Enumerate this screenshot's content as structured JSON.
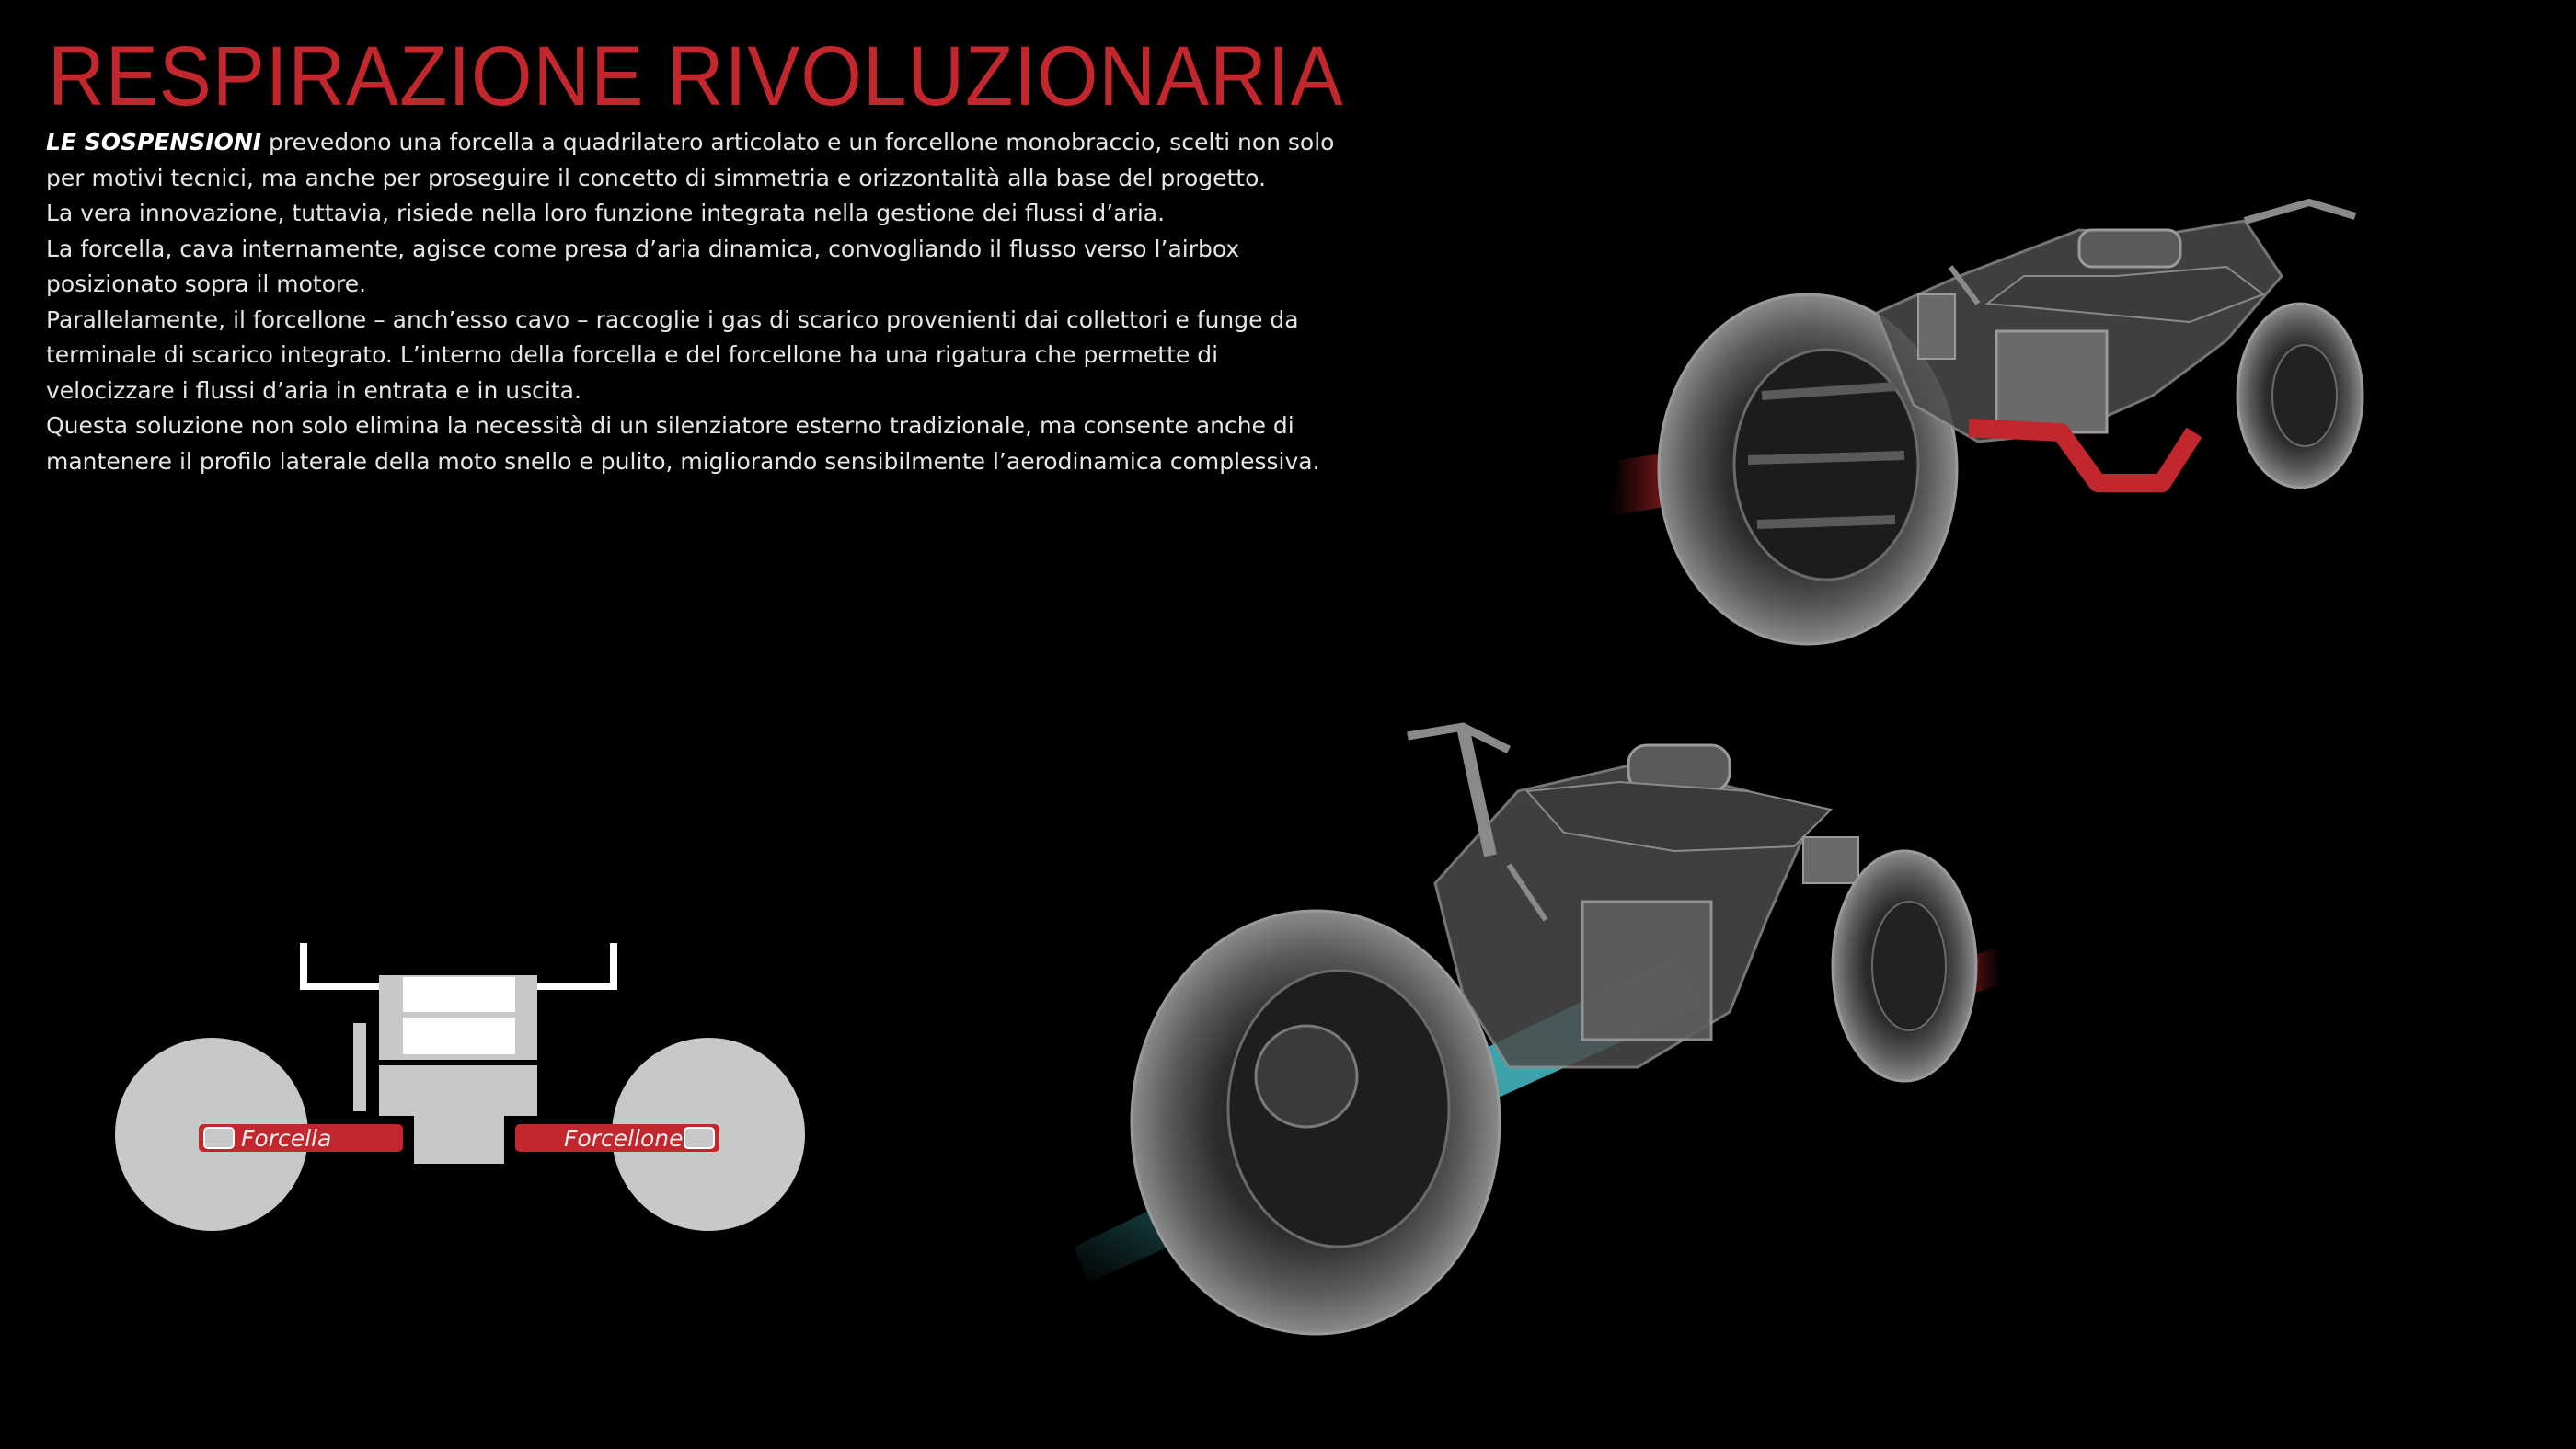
{
  "header": {
    "title": "RESPIRAZIONE RIVOLUZIONARIA"
  },
  "description": {
    "lead": "LE SOSPENSIONI",
    "p1_rest": " prevedono una forcella a quadrilatero articolato e un forcellone monobraccio, scelti non solo per motivi tecnici, ma anche per proseguire il concetto di simmetria e orizzontalità alla base del progetto.",
    "p2": "La vera innovazione, tuttavia, risiede nella loro funzione integrata nella gestione dei flussi d’aria.",
    "p3": "La forcella, cava internamente, agisce come presa d’aria dinamica, convogliando il flusso verso l’airbox posizionato sopra il motore.",
    "p4": "Parallelamente, il forcellone – anch’esso cavo – raccoglie i gas di scarico provenienti dai collettori e funge da terminale di scarico integrato.  L’interno della forcella e del forcellone ha una rigatura che permette di velocizzare i flussi d’aria in entrata e in uscita.",
    "p5": "Questa soluzione non solo elimina la necessità di un silenziatore esterno tradizionale, ma consente anche di mantenere il profilo laterale della moto snello e pulito, migliorando sensibilmente l’aerodinamica complessiva."
  },
  "diagram": {
    "left_label": "Forcella",
    "right_label": "Forcellone"
  },
  "colors": {
    "accent_red": "#c1272d",
    "intake_cyan": "#4fd6e0",
    "background": "#000000",
    "schematic_grey": "#c8c8c8"
  }
}
